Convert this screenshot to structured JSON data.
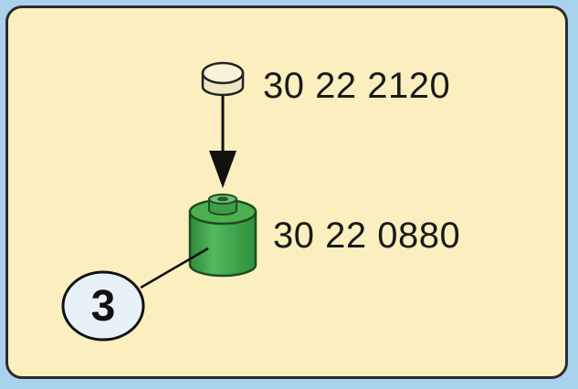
{
  "parts": [
    {
      "part_number": "30 22 2120",
      "shape": "cap"
    },
    {
      "part_number": "30 22 0880",
      "shape": "green cylinder"
    }
  ],
  "callout": {
    "number": "3"
  },
  "colors": {
    "background": "#a9d3ec",
    "panel": "#fbefbf",
    "cylinder_green": "#3ea34a",
    "cap_fill": "#f8f3d8",
    "callout_fill": "#e6f1f8"
  }
}
